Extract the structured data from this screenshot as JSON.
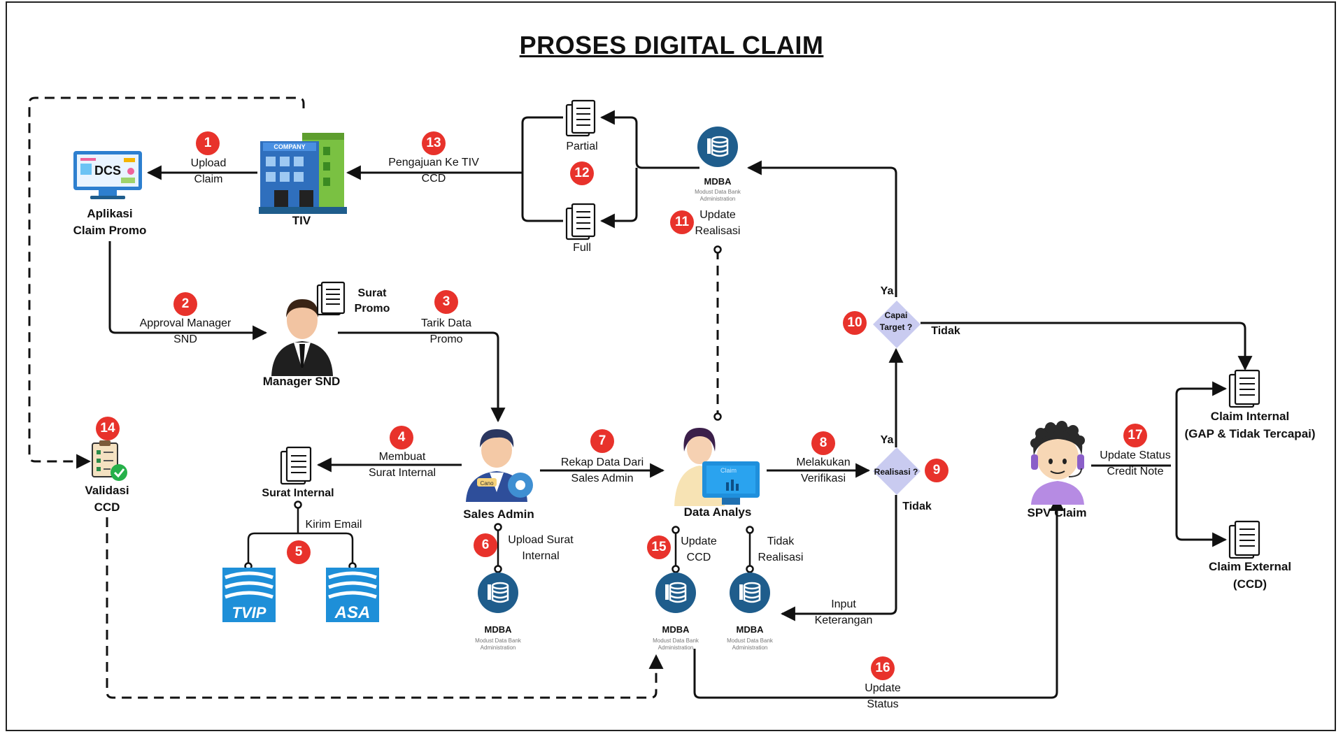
{
  "title": "PROSES DIGITAL CLAIM",
  "nodes": {
    "dcs": {
      "icon_text": "DCS",
      "label_1": "Aplikasi",
      "label_2": "Claim Promo"
    },
    "tiv": {
      "sign": "COMPANY",
      "label": "TIV"
    },
    "manager": {
      "label": "Manager SND",
      "doc_label_1": "Surat",
      "doc_label_2": "Promo"
    },
    "sales_admin": {
      "label": "Sales Admin",
      "badge_text": "Cano"
    },
    "data_analys": {
      "label": "Data Analys",
      "screen_text": "Claim"
    },
    "spv": {
      "label": "SPV Claim"
    },
    "validasi": {
      "label_1": "Validasi",
      "label_2": "CCD"
    },
    "surat_internal": {
      "label": "Surat Internal"
    },
    "tvip": {
      "label": "TVIP"
    },
    "asa": {
      "label": "ASA"
    },
    "partial": {
      "label": "Partial"
    },
    "full": {
      "label": "Full"
    },
    "claim_internal": {
      "label_1": "Claim Internal",
      "label_2": "(GAP & Tidak Tercapai)"
    },
    "claim_external": {
      "label_1": "Claim External",
      "label_2": "(CCD)"
    },
    "decision_realisasi": {
      "label": "Realisasi ?",
      "yes": "Ya",
      "no": "Tidak"
    },
    "decision_target": {
      "label_1": "Capai",
      "label_2": "Target ?",
      "yes": "Ya",
      "no": "Tidak"
    }
  },
  "mdba": {
    "title": "MDBA",
    "sub_1": "Modust Data Bank",
    "sub_2": "Administration"
  },
  "steps": [
    {
      "num": "1",
      "lines": [
        "Upload",
        "Claim"
      ]
    },
    {
      "num": "2",
      "lines": [
        "Approval Manager",
        "SND"
      ]
    },
    {
      "num": "3",
      "lines": [
        "Tarik Data",
        "Promo"
      ]
    },
    {
      "num": "4",
      "lines": [
        "Membuat",
        "Surat Internal"
      ]
    },
    {
      "num": "5",
      "lines": [
        "Kirim Email"
      ]
    },
    {
      "num": "6",
      "lines": [
        "Upload Surat",
        "Internal"
      ]
    },
    {
      "num": "7",
      "lines": [
        "Rekap Data Dari",
        "Sales Admin"
      ]
    },
    {
      "num": "8",
      "lines": [
        "Melakukan",
        "Verifikasi"
      ]
    },
    {
      "num": "9",
      "lines": []
    },
    {
      "num": "10",
      "lines": []
    },
    {
      "num": "11",
      "lines": [
        "Update",
        "Realisasi"
      ]
    },
    {
      "num": "12",
      "lines": []
    },
    {
      "num": "13",
      "lines": [
        "Pengajuan Ke TIV",
        "CCD"
      ]
    },
    {
      "num": "14",
      "lines": []
    },
    {
      "num": "15",
      "lines": [
        "Update",
        "CCD"
      ]
    },
    {
      "num": "16",
      "lines": [
        "Update",
        "Status"
      ]
    },
    {
      "num": "17",
      "lines": [
        "Update Status",
        "Credit Note"
      ]
    }
  ],
  "extra_labels": {
    "tidak_realisasi": [
      "Tidak",
      "Realisasi"
    ],
    "input_keterangan": [
      "Input",
      "Keterangan"
    ]
  },
  "colors": {
    "badge": "#e8322b",
    "db": "#1f5d8c",
    "diamond": "#c9cbf0",
    "logo_blue": "#1e8fd8"
  }
}
